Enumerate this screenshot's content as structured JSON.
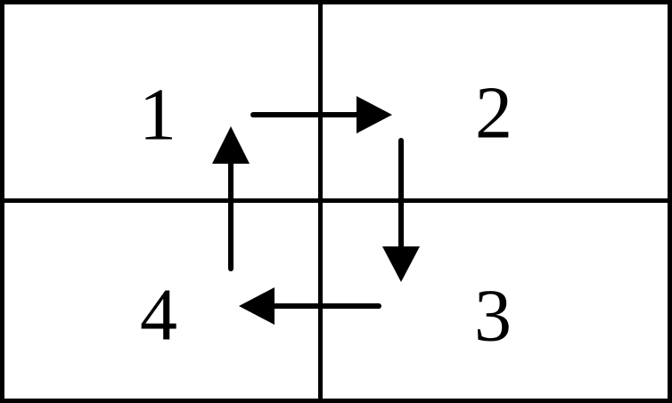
{
  "diagram": {
    "type": "grid-cycle",
    "grid": {
      "rows": 2,
      "columns": 2
    },
    "quadrants": [
      {
        "label": "1",
        "position": "top-left"
      },
      {
        "label": "2",
        "position": "top-right"
      },
      {
        "label": "3",
        "position": "bottom-right"
      },
      {
        "label": "4",
        "position": "bottom-left"
      }
    ],
    "arrows": [
      {
        "from": "1",
        "to": "2",
        "direction": "right"
      },
      {
        "from": "2",
        "to": "3",
        "direction": "down"
      },
      {
        "from": "3",
        "to": "4",
        "direction": "left"
      },
      {
        "from": "4",
        "to": "1",
        "direction": "up"
      }
    ],
    "colors": {
      "line": "#000000",
      "background": "#ffffff"
    }
  }
}
